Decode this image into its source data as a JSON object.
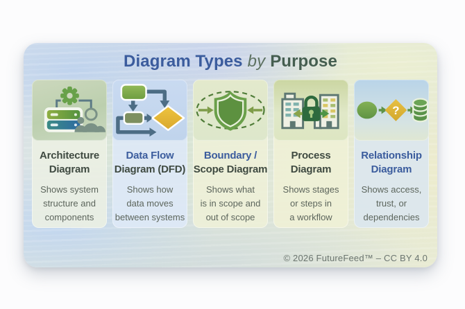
{
  "title": {
    "part1": "Diagram Types",
    "part2": "by",
    "part3": "Purpose"
  },
  "columns": [
    {
      "icon": "architecture-diagram-icon",
      "title_lines": [
        "Architecture",
        "Diagram"
      ],
      "body_lines": [
        "Shows system",
        "structure and",
        "components"
      ]
    },
    {
      "icon": "data-flow-diagram-icon",
      "title_lines": [
        "Data Flow",
        "Diagram (DFD)"
      ],
      "body_lines": [
        "Shows how",
        "data moves",
        "between systems"
      ]
    },
    {
      "icon": "boundary-scope-diagram-icon",
      "title_lines": [
        "Boundary /",
        "Scope Diagram"
      ],
      "body_lines": [
        "Shows what",
        "is in scope and",
        "out of scope"
      ]
    },
    {
      "icon": "process-diagram-icon",
      "title_lines": [
        "Process",
        "Diagram"
      ],
      "body_lines": [
        "Shows stages",
        "or steps in",
        "a workflow"
      ]
    },
    {
      "icon": "relationship-diagram-icon",
      "title_lines": [
        "Relationship",
        "Diagram"
      ],
      "body_lines": [
        "Shows access,",
        "trust, or",
        "dependencies"
      ],
      "diamond_label": "?"
    }
  ],
  "footer": {
    "text": "© 2026 FutureFeed™ – CC BY 4.0"
  },
  "colors": {
    "accent_blue": "#3b5c9d",
    "heading_dark": "#3f4a41",
    "heading_green": "#455e50",
    "body_text": "#5c655c",
    "icon_green": "#68a14a",
    "icon_yellow": "#e5ba3a",
    "icon_slate": "#4d6d85"
  }
}
